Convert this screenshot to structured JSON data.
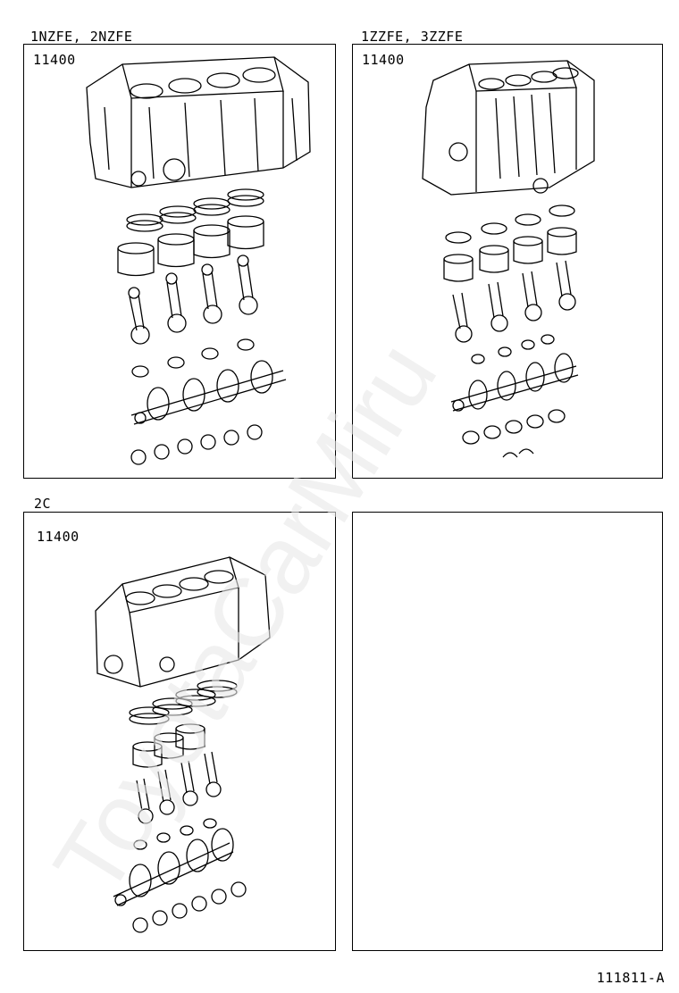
{
  "panels": [
    {
      "header": "1NZFE, 2NZFE",
      "code": "11400",
      "icon": "engine-block-assembly-icon"
    },
    {
      "header": "1ZZFE, 3ZZFE",
      "code": "11400",
      "icon": "engine-block-assembly-icon"
    },
    {
      "header": "2C",
      "code": "11400",
      "icon": "engine-block-assembly-icon"
    },
    {
      "header": "",
      "code": "",
      "icon": ""
    }
  ],
  "figure_id": "111811-A",
  "watermark": "ToyotaCarMiru"
}
